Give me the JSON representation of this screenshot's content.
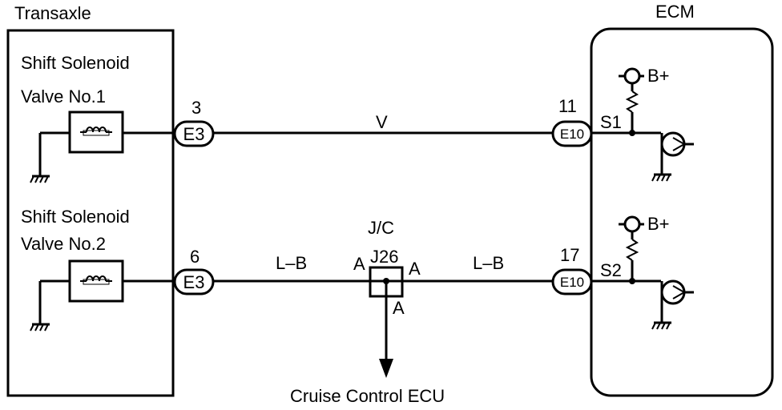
{
  "transaxle": {
    "title": "Transaxle",
    "valve1": {
      "line1": "Shift Solenoid",
      "line2": "Valve No.1"
    },
    "valve2": {
      "line1": "Shift Solenoid",
      "line2": "Valve No.2"
    }
  },
  "ecm": {
    "title": "ECM",
    "b_plus_1": "B+",
    "b_plus_2": "B+",
    "s1": "S1",
    "s2": "S2"
  },
  "wires": {
    "top": {
      "left_pin": "3",
      "left_connector": "E3",
      "color": "V",
      "right_pin": "11",
      "right_connector": "E10"
    },
    "bottom": {
      "left_pin": "6",
      "left_connector": "E3",
      "color_left": "L–B",
      "jc_title": "J/C",
      "jc_name": "J26",
      "jc_pin_left": "A",
      "jc_pin_right": "A",
      "jc_pin_down": "A",
      "color_right": "L–B",
      "right_pin": "17",
      "right_connector": "E10"
    }
  },
  "destination": "Cruise Control ECU"
}
